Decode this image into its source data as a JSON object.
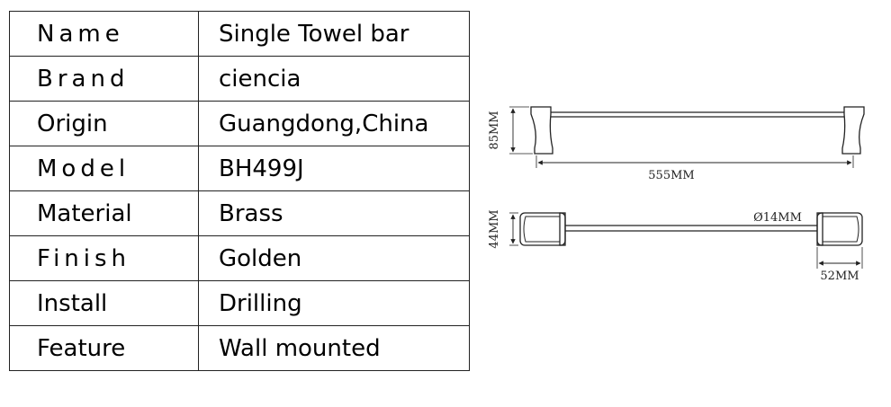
{
  "specs": [
    {
      "label": "Name",
      "value": "Single Towel bar",
      "spaced": true
    },
    {
      "label": "Brand",
      "value": "ciencia",
      "spaced": true
    },
    {
      "label": "Origin",
      "value": "Guangdong,China",
      "spaced": false
    },
    {
      "label": "Model",
      "value": "BH499J",
      "spaced": true
    },
    {
      "label": "Material",
      "value": "Brass",
      "spaced": false
    },
    {
      "label": "Finish",
      "value": "Golden",
      "spaced": true
    },
    {
      "label": "Install",
      "value": "Drilling",
      "spaced": false
    },
    {
      "label": "Feature",
      "value": "Wall mounted",
      "spaced": false
    }
  ],
  "dimensions": {
    "height": "85MM",
    "length": "555MM",
    "depth": "44MM",
    "diameter": "Ø14MM",
    "base_width": "52MM"
  }
}
